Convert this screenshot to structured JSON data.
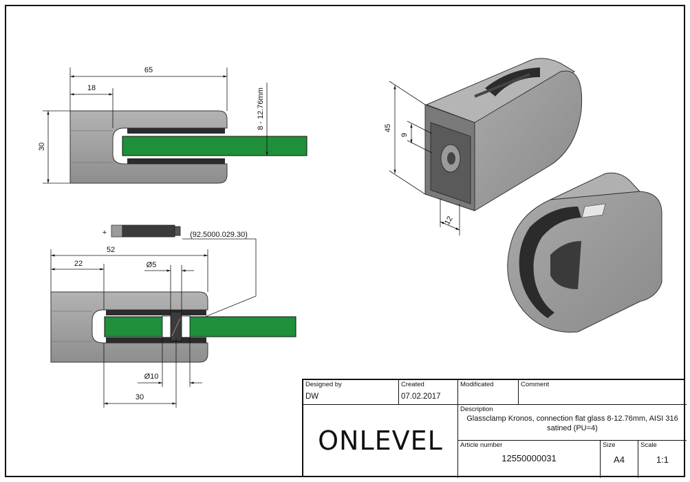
{
  "dimensions": {
    "top_length": "65",
    "top_offset": "18",
    "top_height": "30",
    "glass_range": "8 - 12.76mm",
    "bottom_length": "52",
    "bottom_offset": "22",
    "hole_small": "Ø5",
    "hole_large": "Ø10",
    "bottom_width": "30",
    "screw_ref": "(92.5000.029.30)",
    "iso_height": "45",
    "iso_gap": "9",
    "iso_depth": "12"
  },
  "title_block": {
    "designed_by_label": "Designed by",
    "designed_by_value": "DW",
    "created_label": "Created",
    "created_value": "07.02.2017",
    "modified_label": "Modificated",
    "comment_label": "Comment",
    "description_label": "Description",
    "description_value": "Glassclamp Kronos, connection flat glass 8-12.76mm, AISI 316 satined (PU=4)",
    "article_label": "Article number",
    "article_value": "12550000031",
    "size_label": "Size",
    "size_value": "A4",
    "scale_label": "Scale",
    "scale_value": "1:1",
    "logo_text": "ONLEVEL"
  },
  "colors": {
    "glass": "#1f8f3a",
    "clamp_body": "#9b9b9b",
    "rubber": "#2b2b2b"
  }
}
